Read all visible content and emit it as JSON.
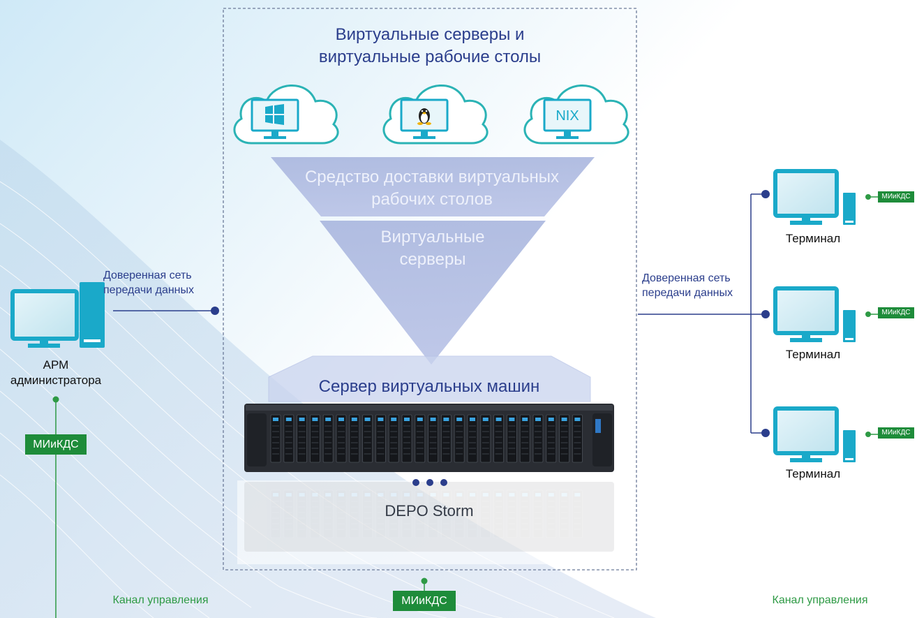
{
  "title": {
    "line1": "Виртуальные серверы и",
    "line2": "виртуальные рабочие столы"
  },
  "clouds": [
    {
      "os": "Windows",
      "icon": "windows-logo-icon"
    },
    {
      "os": "Linux",
      "icon": "tux-penguin-icon"
    },
    {
      "os": "Unix",
      "label": "NIX",
      "icon": "nix-text-icon"
    }
  ],
  "funnel": {
    "top_line1": "Средство доставки виртуальных",
    "top_line2": "рабочих столов",
    "bottom_line1": "Виртуальные",
    "bottom_line2": "серверы"
  },
  "server": {
    "layer_label": "Сервер виртуальных машин",
    "model": "DEPO Storm",
    "more_indicator": "•••"
  },
  "admin": {
    "label_line1": "АРМ",
    "label_line2": "администратора",
    "network_line1": "Доверенная сеть",
    "network_line2": "передачи данных",
    "badge": "МИиКДС"
  },
  "terminals": {
    "network_line1": "Доверенная сеть",
    "network_line2": "передачи данных",
    "items": [
      {
        "label": "Терминал",
        "badge": "МИиКДС"
      },
      {
        "label": "Терминал",
        "badge": "МИиКДС"
      },
      {
        "label": "Терминал",
        "badge": "МИиКДС"
      }
    ]
  },
  "bottom": {
    "left_channel": "Канал управления",
    "center_badge": "МИиКДС",
    "right_channel": "Канал управления"
  },
  "colors": {
    "text_blue": "#2b3e8c",
    "line_blue": "#2b3e8c",
    "green": "#1e8c3a",
    "cloud_stroke": "#2bb3b5",
    "monitor_frame": "#1aa9c9",
    "funnel": "#9aa9d6"
  }
}
